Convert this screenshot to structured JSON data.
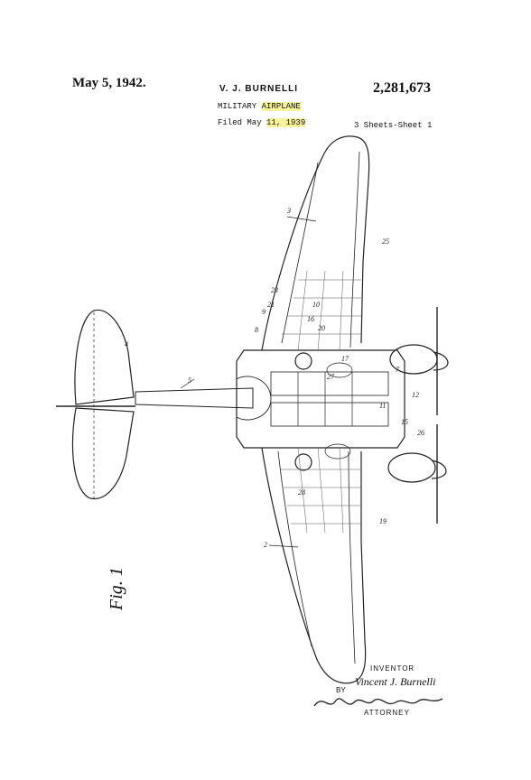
{
  "header": {
    "date": "May 5, 1942.",
    "inventor": "V. J. BURNELLI",
    "patent_number": "2,281,673",
    "title_part1": "MILITARY",
    "title_part2": "AIRPLANE",
    "filed_prefix": "Filed May",
    "filed_date": "11, 1939",
    "sheets": "3 Sheets-Sheet 1"
  },
  "figure": {
    "label": "Fig. 1",
    "ref_numerals": [
      "3",
      "25",
      "9",
      "21",
      "23",
      "8",
      "10",
      "16",
      "20",
      "2",
      "17",
      "27",
      "5",
      "4",
      "7",
      "12",
      "26",
      "19",
      "28",
      "15",
      "11"
    ]
  },
  "signature": {
    "inventor_label": "INVENTOR",
    "inventor_name": "Vincent J. Burnelli",
    "by_label": "BY",
    "attorney_label": "ATTORNEY"
  }
}
